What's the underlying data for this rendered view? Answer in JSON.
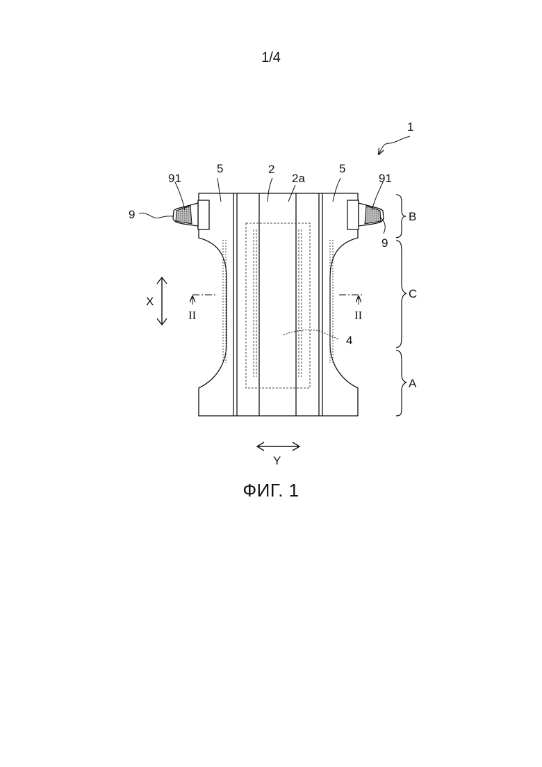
{
  "page": {
    "number": "1/4"
  },
  "figure": {
    "caption": "ФИГ. 1"
  },
  "labels": {
    "article": "1",
    "topsheet": "2",
    "topsheet_part": "2a",
    "side_left": "5",
    "side_right": "5",
    "tab_left": "91",
    "tab_right": "91",
    "fastener_left": "9",
    "fastener_right": "9",
    "absorber": "4",
    "section_left": "II",
    "section_right": "II",
    "dir_x": "X",
    "dir_y": "Y",
    "region_b": "B",
    "region_c": "C",
    "region_a": "A"
  }
}
